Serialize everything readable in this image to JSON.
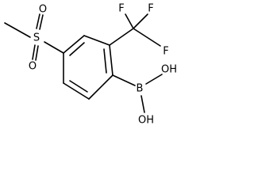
{
  "molecule": {
    "atoms": {
      "sulfonyl_o_top": "O",
      "sulfonyl_s": "S",
      "sulfonyl_o_bottom": "O",
      "fluorine_top_left": "F",
      "fluorine_top_right": "F",
      "fluorine_right": "F",
      "boron": "B",
      "hydroxyl_top": "OH",
      "hydroxyl_bottom": "OH"
    }
  }
}
